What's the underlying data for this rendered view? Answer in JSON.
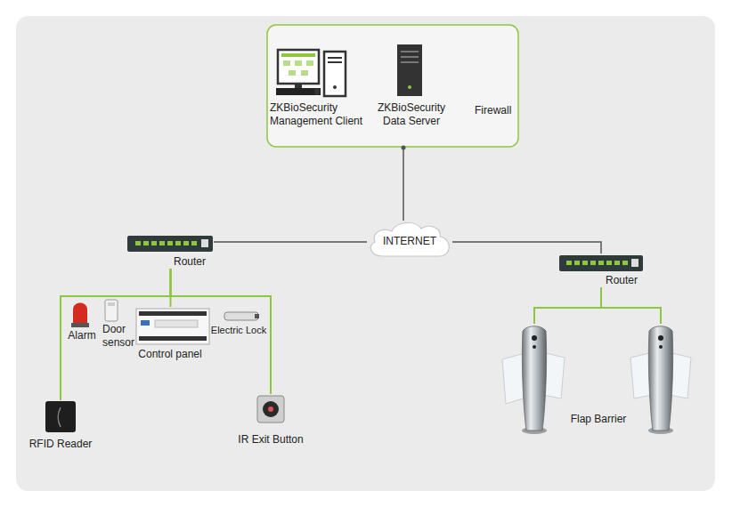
{
  "diagram": {
    "nodes": [
      {
        "text": [
          "ZKBioSecurity Management Client"
        ]
      },
      {
        "text": [
          "ZKBioSecurity Data Server"
        ]
      },
      {
        "text": [
          "INTERNET"
        ]
      },
      {
        "text": [
          "Router"
        ]
      },
      {
        "text": [
          "Router"
        ]
      },
      {
        "text": [
          "Alarm"
        ]
      },
      {
        "text": [
          "Door sensor"
        ]
      },
      {
        "text": [
          "Control panel"
        ]
      },
      {
        "text": [
          "Electric Lock"
        ]
      },
      {
        "text": [
          "RFID Reader"
        ]
      },
      {
        "text": [
          "IR Exit Button"
        ]
      },
      {
        "text": [
          "Flap Barrier"
        ]
      }
    ],
    "edges": [
      {
        "from": 2,
        "to": 3,
        "arrow": "none"
      },
      {
        "from": 2,
        "to": 4,
        "arrow": "none"
      },
      {
        "from": 3,
        "to": 9,
        "arrow": "none"
      },
      {
        "from": 3,
        "to": 7,
        "arrow": "none"
      },
      {
        "from": 3,
        "to": 10,
        "arrow": "none"
      },
      {
        "from": 4,
        "to": 11,
        "arrow": "none"
      }
    ],
    "labels": [
      "Firewall"
    ]
  }
}
